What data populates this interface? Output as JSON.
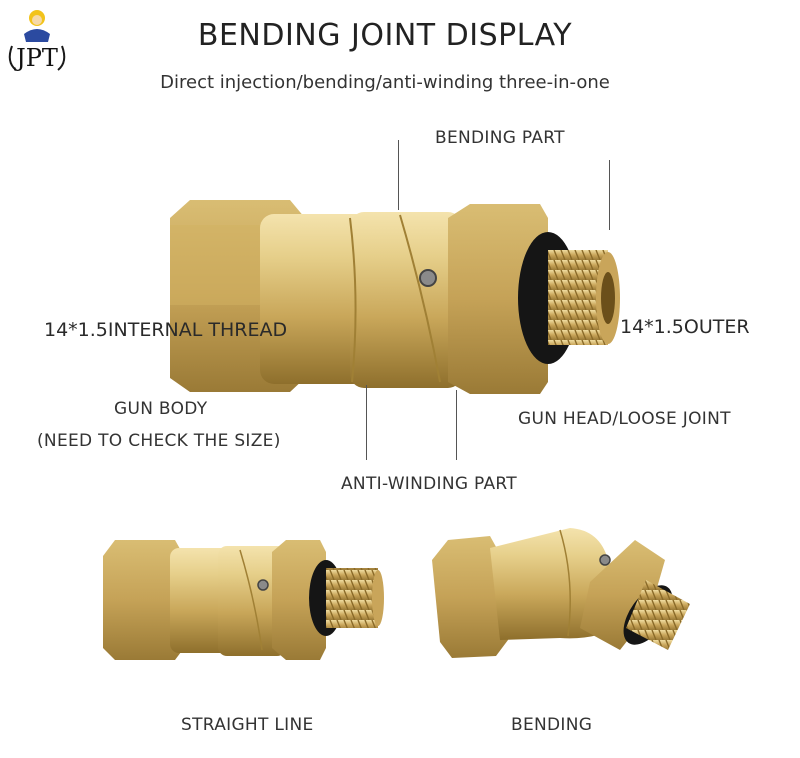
{
  "brand": {
    "logo_text": "JPT",
    "logo_icon": "jpt-mascot-logo"
  },
  "header": {
    "title": "BENDING JOINT DISPLAY",
    "subtitle": "Direct injection/bending/anti-winding three-in-one"
  },
  "labels": {
    "bending_part": "BENDING PART",
    "internal_thread": "14*1.5INTERNAL THREAD",
    "outer_thread": "14*1.5OUTER",
    "gun_body": "GUN BODY",
    "check_size": "(NEED TO CHECK THE SIZE)",
    "gun_head": "GUN HEAD/LOOSE JOINT",
    "anti_winding": "ANTI-WINDING PART",
    "straight_line": "STRAIGHT LINE",
    "bending": "BENDING"
  },
  "colors": {
    "brass_light": "#e6cf8a",
    "brass_mid": "#c9a75a",
    "brass_dark": "#8e6f2c",
    "oring": "#151515",
    "logo_blue": "#2b4aa0",
    "logo_yellow": "#f2c31b"
  }
}
